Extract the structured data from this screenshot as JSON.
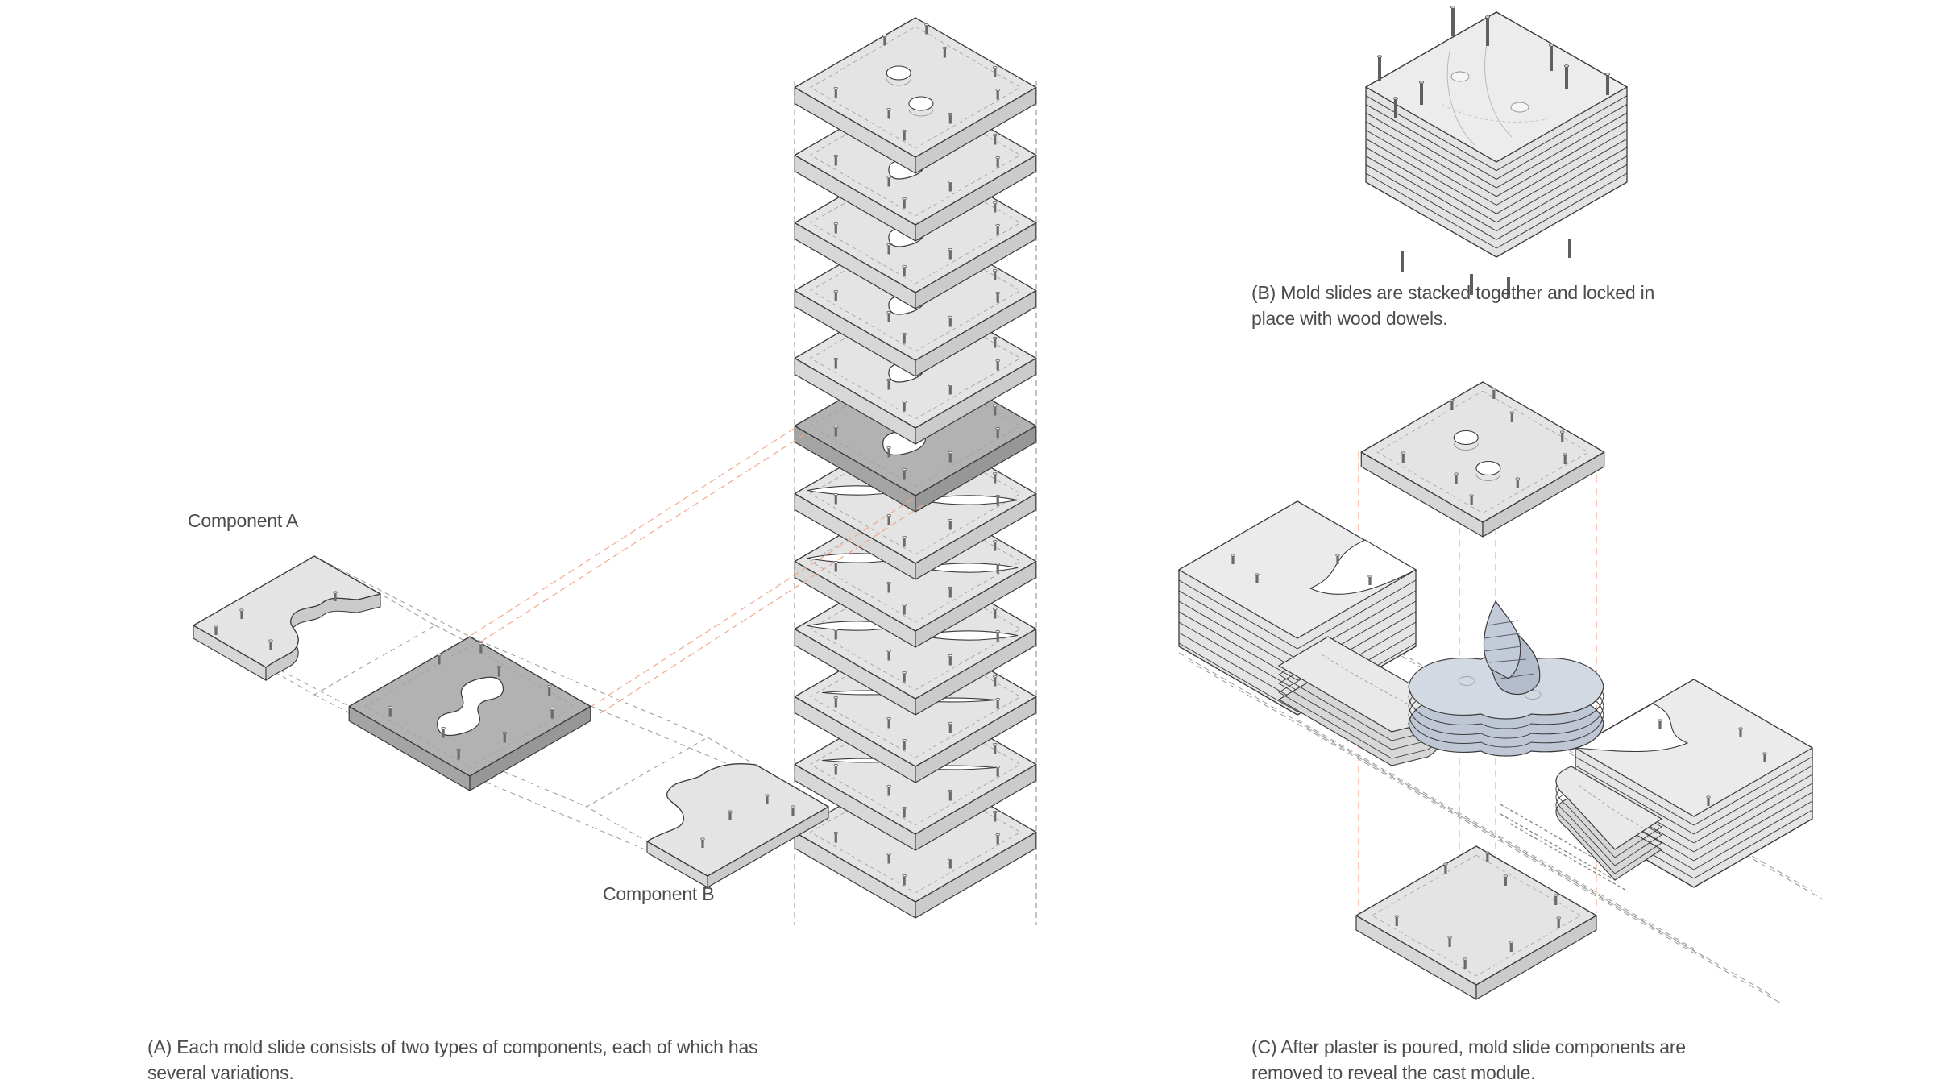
{
  "figure_a": {
    "label_component_a": "Component A",
    "label_component_b": "Component B",
    "caption": "(A) Each mold slide consists of two types of components, each of which has several variations."
  },
  "figure_b": {
    "caption": "(B) Mold slides are stacked together and locked in place with wood dowels."
  },
  "figure_c": {
    "caption": "(C) After plaster is poured, mold slide components are removed to reveal the cast module."
  },
  "colors": {
    "background": "#ffffff",
    "line": "#3a3a3a",
    "plate_top": "#e4e4e4",
    "plate_top_bright": "#ececec",
    "plate_side_left": "#d7d7d7",
    "plate_side_right": "#cbcbcb",
    "plate_dark_top": "#b2b2b2",
    "plate_dark_side_left": "#a4a4a4",
    "plate_dark_side_right": "#979797",
    "cast_top": "#d3d9e3",
    "cast_side": "#bfc7d4",
    "cast_fin": "#c3cbd8",
    "cast_fin_dark": "#b4bccb",
    "accent_dash": "#f2a88c",
    "guide_dash": "#989898",
    "hidden_dash": "#9f9f9f",
    "peg": "#6a6a6a",
    "text": "#4c4c4c"
  }
}
